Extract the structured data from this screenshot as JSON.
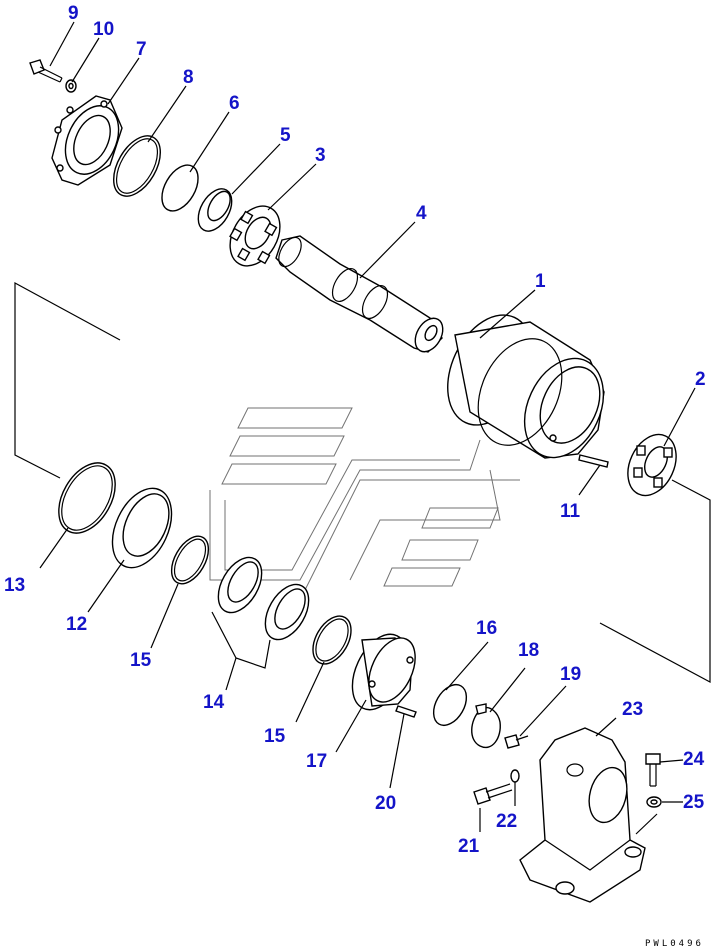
{
  "diagram": {
    "ref_code": "PWL0496",
    "labels": {
      "p1": "1",
      "p2": "2",
      "p3": "3",
      "p4": "4",
      "p5": "5",
      "p6": "6",
      "p7": "7",
      "p8": "8",
      "p9": "9",
      "p10": "10",
      "p11": "11",
      "p12": "12",
      "p13": "13",
      "p14": "14",
      "p15a": "15",
      "p15b": "15",
      "p16": "16",
      "p17": "17",
      "p18": "18",
      "p19": "19",
      "p20": "20",
      "p21": "21",
      "p22": "22",
      "p23": "23",
      "p24": "24",
      "p25": "25"
    },
    "colors": {
      "label": "#1414c8",
      "line": "#000000"
    }
  }
}
